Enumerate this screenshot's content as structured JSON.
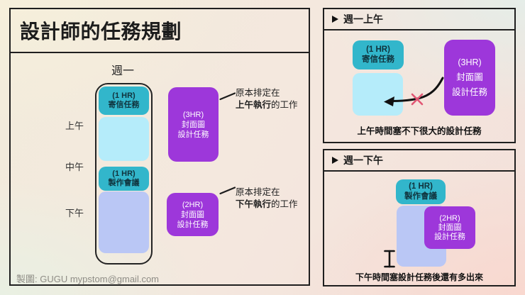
{
  "title": "設計師的任務規劃",
  "credit": "製圖: GUGU mypstom@gmail.com",
  "main": {
    "day_label": "週一",
    "time_labels": [
      "上午",
      "中午",
      "下午"
    ],
    "schedule": {
      "mail_task": {
        "hours": "(1 HR)",
        "name": "寄信任務"
      },
      "meeting_task": {
        "hours": "(1 HR)",
        "name": "製作會議"
      }
    },
    "design_tasks": [
      {
        "hours": "(3HR)",
        "name_line1": "封面圖",
        "name_line2": "設計任務"
      },
      {
        "hours": "(2HR)",
        "name_line1": "封面圖",
        "name_line2": "設計任務"
      }
    ],
    "annotations": [
      {
        "line1": "原本排定在",
        "bold": "上午執行",
        "suffix": "的工作"
      },
      {
        "line1": "原本排定在",
        "bold": "下午執行",
        "suffix": "的工作"
      }
    ]
  },
  "morning_panel": {
    "title": "週一上午",
    "mail_task": {
      "hours": "(1 HR)",
      "name": "寄信任務"
    },
    "design_task": {
      "hours": "(3HR)",
      "name_line1": "封面圖",
      "name_line2": "設計任務"
    },
    "caption": "上午時間塞不下很大的設計任務"
  },
  "afternoon_panel": {
    "title": "週一下午",
    "meeting_task": {
      "hours": "(1 HR)",
      "name": "製作會議"
    },
    "design_task": {
      "hours": "(2HR)",
      "name_line1": "封面圖",
      "name_line2": "設計任務"
    },
    "caption": "下午時間塞設計任務後還有多出來"
  },
  "colors": {
    "teal": "#32b6cb",
    "light_cyan": "#b5ecfa",
    "periwinkle": "#bac7f5",
    "purple": "#9d37da",
    "outline": "#1f1f1f",
    "x_mark": "#e25674"
  }
}
